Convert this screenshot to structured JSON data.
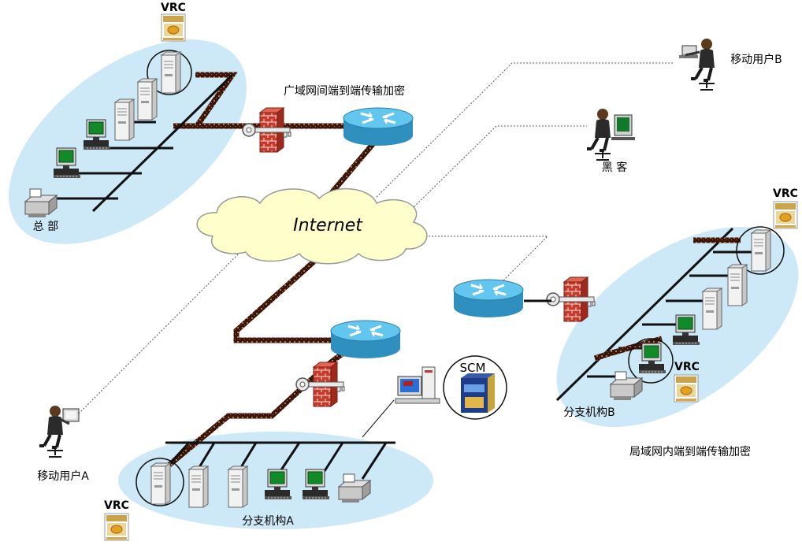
{
  "diagram": {
    "internet_label": "Internet",
    "labels": {
      "wan_encryption": "广域网间端到端传输加密",
      "lan_encryption": "局域网内端到端传输加密",
      "hq": "总 部",
      "mobile_user_a": "移动用户A",
      "mobile_user_b": "移动用户B",
      "hacker": "黑 客",
      "branch_a": "分支机构A",
      "branch_b": "分支机构B",
      "scm": "SCM",
      "vrc": "VRC"
    },
    "colors": {
      "lan_zone": "#cde8f6",
      "router": "#4cb8e4",
      "firewall": "#c0392b",
      "wan_link": "#6b2a16",
      "cloud": "#ffffcc"
    }
  }
}
